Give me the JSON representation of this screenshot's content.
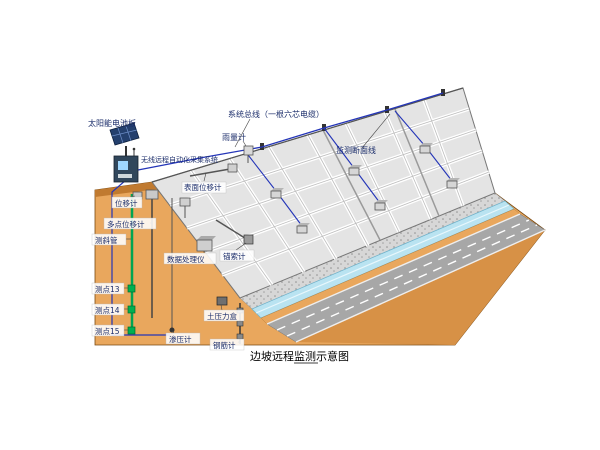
{
  "diagram": {
    "caption": "边坡远程监测示意图",
    "labels": {
      "solar_panel": "太阳能电池板",
      "system_bus": "系统总线（一根六芯电缆）",
      "rain_gauge": "雨量计",
      "section_line": "监测断面线",
      "wireless_system": "无线远程自动化采集系统",
      "surface_displacement": "表面位移计",
      "displacement_meter": "位移计",
      "multipoint_displacement": "多点位移计",
      "inclinometer_tube": "测斜管",
      "data_processor": "数据处理仪",
      "anchor_cable_gauge": "锚索计",
      "points": [
        "测点13",
        "测点14",
        "测点15"
      ],
      "earth_pressure_cell": "土压力盒",
      "piezometer": "渗压计",
      "rebar_gauge": "钢筋计"
    },
    "colors": {
      "ground": "#e9a75d",
      "ground_shadow": "#d79146",
      "slope_face": "#e4e4e4",
      "channel_water": "#b9e3f1",
      "road": "#a7a7a7",
      "cable": "#2435b8",
      "instrument_green": "#00a552",
      "label_text": "#1c2e6b"
    }
  }
}
